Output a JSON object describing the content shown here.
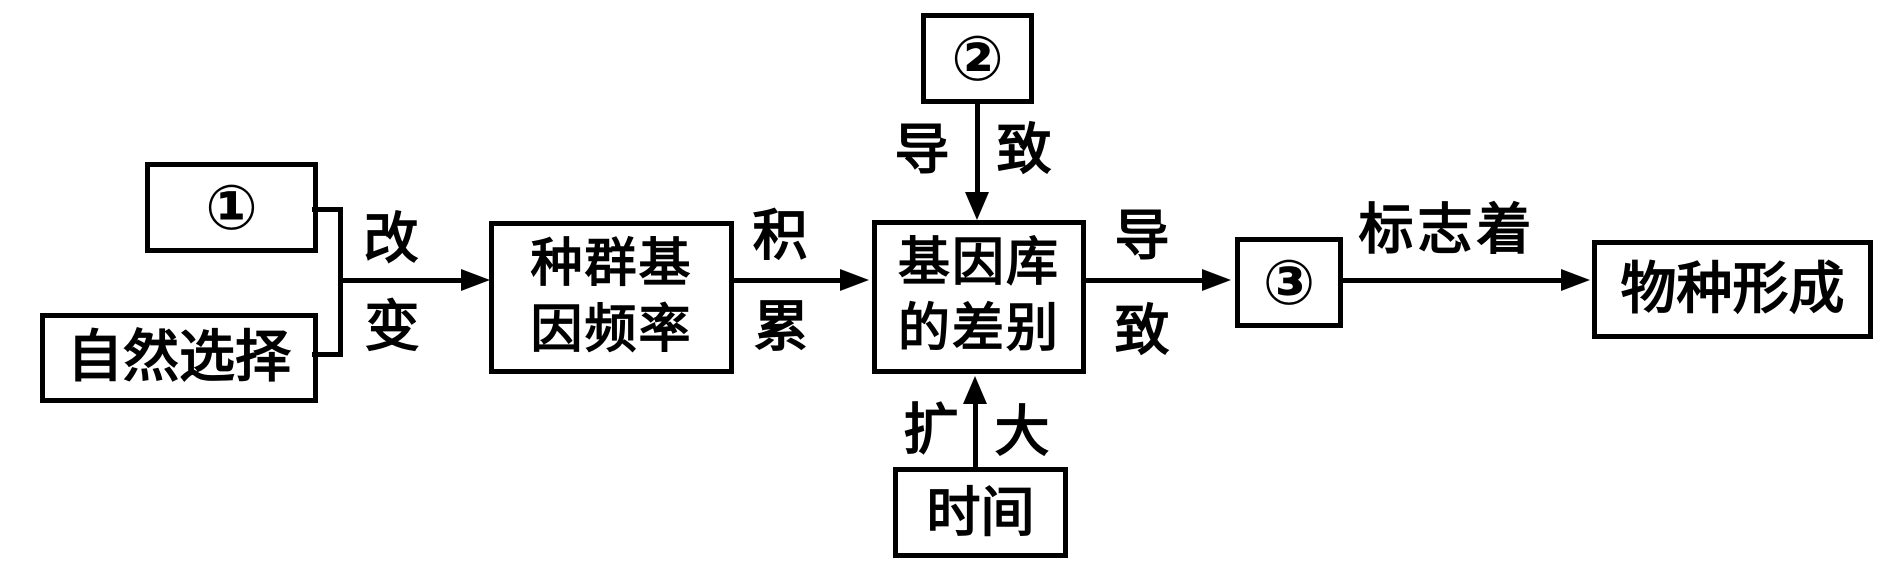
{
  "diagram": {
    "background_color": "#ffffff",
    "line_color": "#000000",
    "nodes": {
      "factor1": {
        "label": "①"
      },
      "natural_selection": {
        "label": "自然选择"
      },
      "population_gene_frequency": {
        "line1": "种群基",
        "line2": "因频率"
      },
      "factor2": {
        "label": "②"
      },
      "gene_pool_difference": {
        "line1": "基因库",
        "line2": "的差别"
      },
      "time": {
        "label": "时间"
      },
      "factor3": {
        "label": "③"
      },
      "species_formation": {
        "label": "物种形成"
      }
    },
    "edges": {
      "change": {
        "char1": "改",
        "char2": "变"
      },
      "accumulate": {
        "char1": "积",
        "char2": "累"
      },
      "cause_down": {
        "char1": "导",
        "char2": "致"
      },
      "expand_up": {
        "char1": "扩",
        "char2": "大"
      },
      "cause_right": {
        "char1": "导",
        "char2": "致"
      },
      "marks": {
        "label": "标志着"
      }
    }
  }
}
